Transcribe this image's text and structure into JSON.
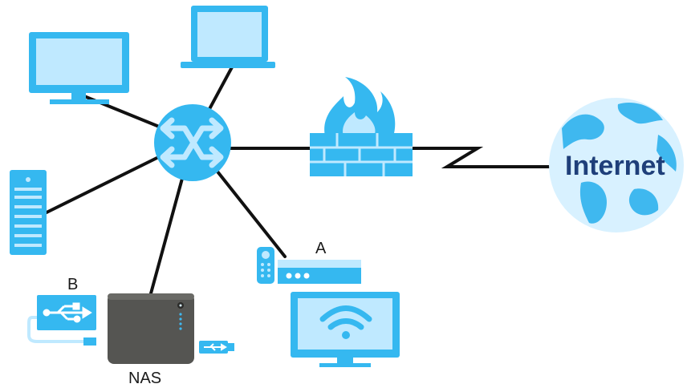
{
  "labels": {
    "internet": "Internet",
    "a": "A",
    "b": "B",
    "nas": "NAS"
  },
  "colors": {
    "device_light": "#bfe9ff",
    "device_main": "#35b8f0",
    "device_dark": "#1f9ee0",
    "globe": "#d8f1ff",
    "land": "#3fb8ef",
    "nas_body": "#555552",
    "line": "#111111"
  },
  "icons": [
    "desktop-monitor-icon",
    "laptop-icon",
    "server-icon",
    "switch-icon",
    "firewall-icon",
    "internet-globe-icon",
    "media-player-icon",
    "remote-control-icon",
    "smart-tv-icon",
    "nas-icon",
    "usb-drive-icon"
  ]
}
